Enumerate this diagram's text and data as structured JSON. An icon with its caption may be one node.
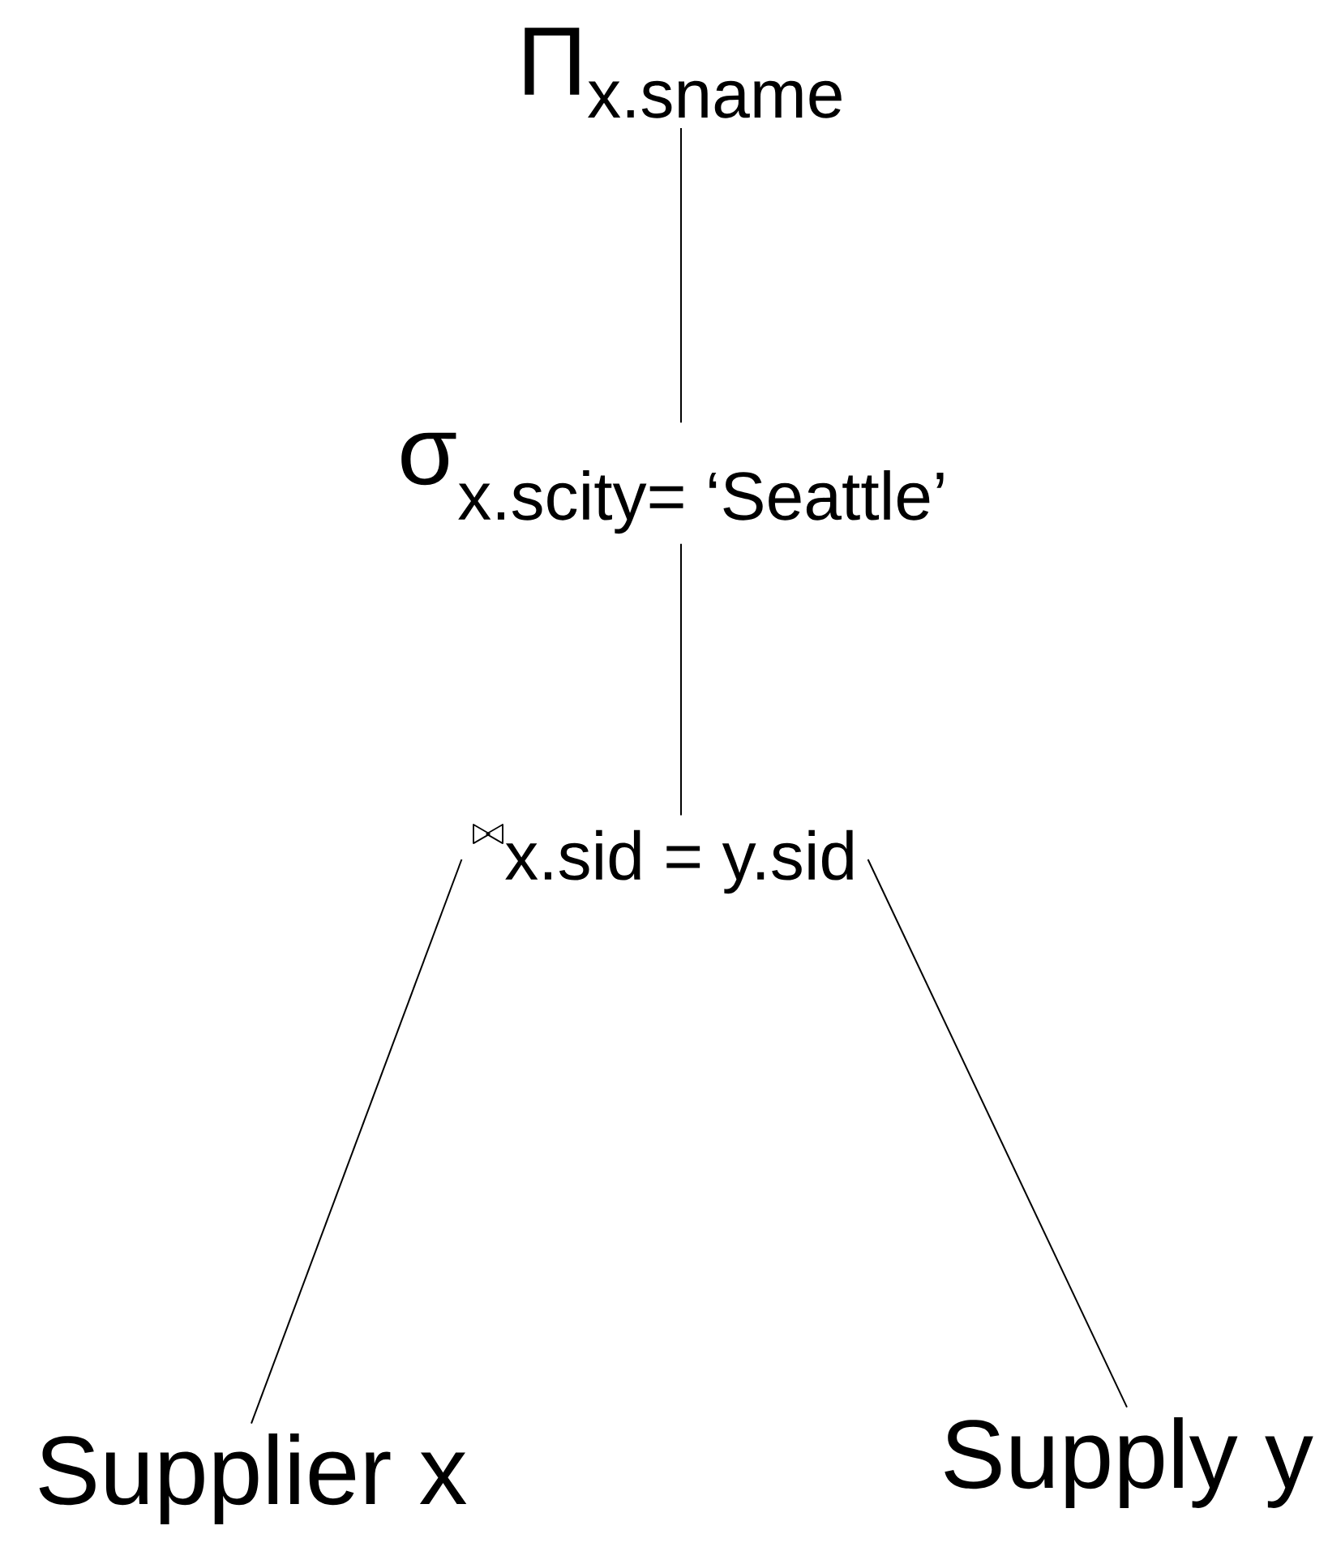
{
  "diagram": {
    "nodes": [
      {
        "text": [
          "\\text{Π}_{\\text{x.sname}}"
        ]
      },
      {
        "text": [
          "\\text{σ}_{\\text{x.scity= ‘Seattle’}}"
        ]
      },
      {
        "text": [
          "\\bowtie_{\\text{x.sid = y.sid}}"
        ]
      },
      {
        "text": [
          "Supplier x"
        ]
      },
      {
        "text": [
          "Supply y"
        ]
      }
    ],
    "edges": [
      {
        "from": 0,
        "to": 1,
        "arrow": "none"
      },
      {
        "from": 1,
        "to": 2,
        "arrow": "none"
      },
      {
        "from": 2,
        "to": 3,
        "arrow": "none"
      },
      {
        "from": 2,
        "to": 4,
        "arrow": "none"
      }
    ]
  }
}
